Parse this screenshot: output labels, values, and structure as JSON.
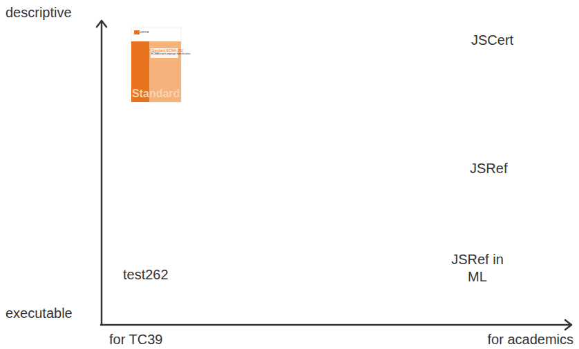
{
  "diagram": {
    "labels": [
      "descriptive",
      "executable",
      "for TC39",
      "for academics",
      "JSCert",
      "JSRef",
      "JSRef in ML",
      "test262",
      "ecma",
      "Standard ECMA-262",
      "ECMAScript Language Specification",
      "Standard"
    ]
  }
}
